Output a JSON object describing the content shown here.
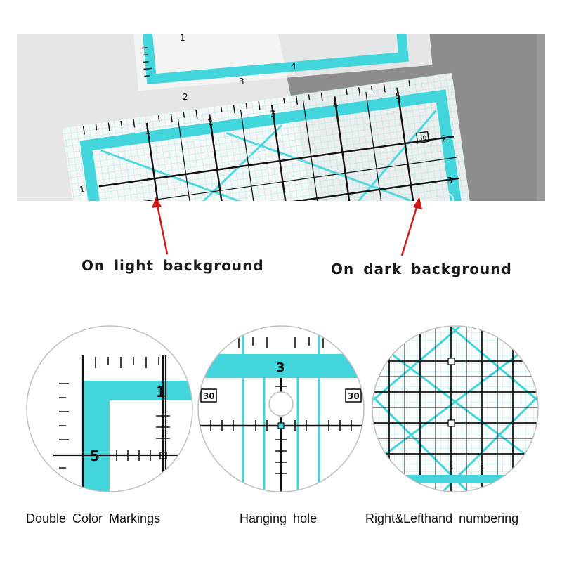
{
  "photo": {
    "description_icon": "ruler-photo",
    "colors": {
      "ruler_accent": "#42d6dc",
      "dark_bg": "#8a8a8a",
      "light_bg": "#e7e7e7",
      "arrow": "#d11a1a"
    },
    "ruler_numbers": [
      "1",
      "2",
      "3",
      "4",
      "5",
      "1",
      "2",
      "3",
      "1",
      "2",
      "3",
      "4",
      "30"
    ]
  },
  "callouts": {
    "light": "On light background",
    "dark": "On dark background"
  },
  "features": [
    {
      "caption": "Double Color Markings",
      "icon": "corner-detail-image",
      "labels": [
        "1",
        "5"
      ]
    },
    {
      "caption": "Hanging hole",
      "icon": "hanging-hole-detail-image",
      "labels": [
        "3",
        "30",
        "30"
      ]
    },
    {
      "caption": "Right&Lefthand numbering",
      "icon": "grid-numbering-detail-image",
      "labels": [
        "3",
        "4"
      ]
    }
  ]
}
